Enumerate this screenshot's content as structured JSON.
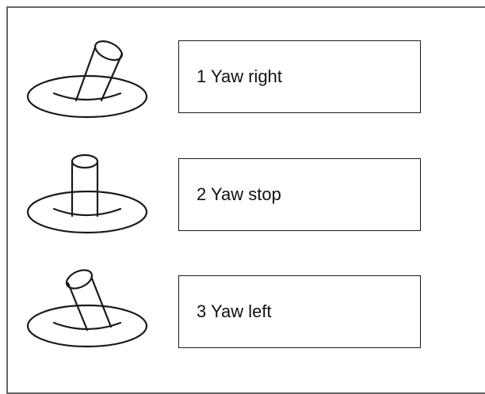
{
  "items": [
    {
      "label": "1 Yaw right",
      "icon": "joystick-tilted-right-icon"
    },
    {
      "label": "2 Yaw stop",
      "icon": "joystick-upright-icon"
    },
    {
      "label": "3 Yaw left",
      "icon": "joystick-tilted-left-icon"
    }
  ],
  "colors": {
    "line": "#1a1a1a",
    "frame": "#666666",
    "background": "#ffffff"
  }
}
